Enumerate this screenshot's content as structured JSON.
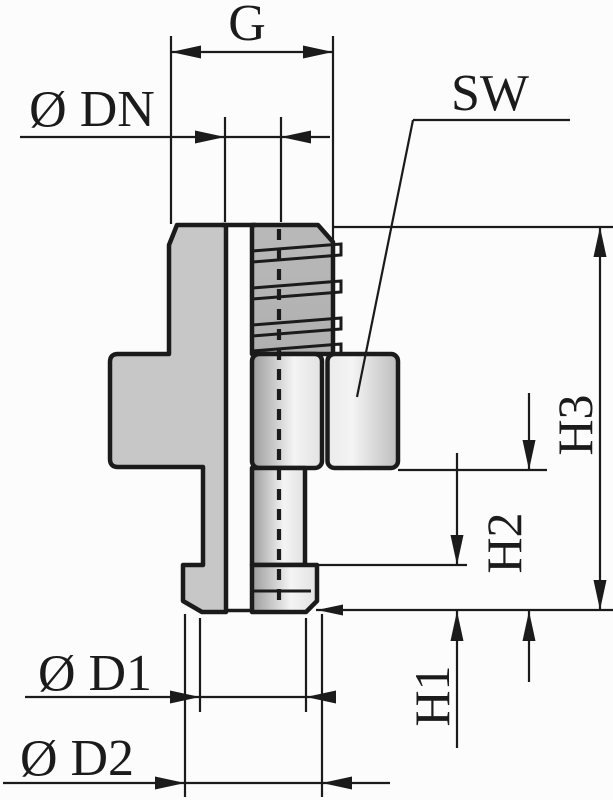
{
  "drawing": {
    "dimension_labels": {
      "g": "G",
      "dn": "Ø DN",
      "sw": "SW",
      "h3": "H3",
      "h2": "H2",
      "h1": "H1",
      "d1": "Ø D1",
      "d2": "Ø D2"
    },
    "colors": {
      "background": "#fcfcfc",
      "line": "#1b1b1b",
      "body_fill": "#c7c7c7",
      "thread_fill": "#b0b0b0",
      "shade_dark": "#9c9c9c",
      "shade_light": "#f4f4f4",
      "groove_white": "#ffffff"
    }
  }
}
